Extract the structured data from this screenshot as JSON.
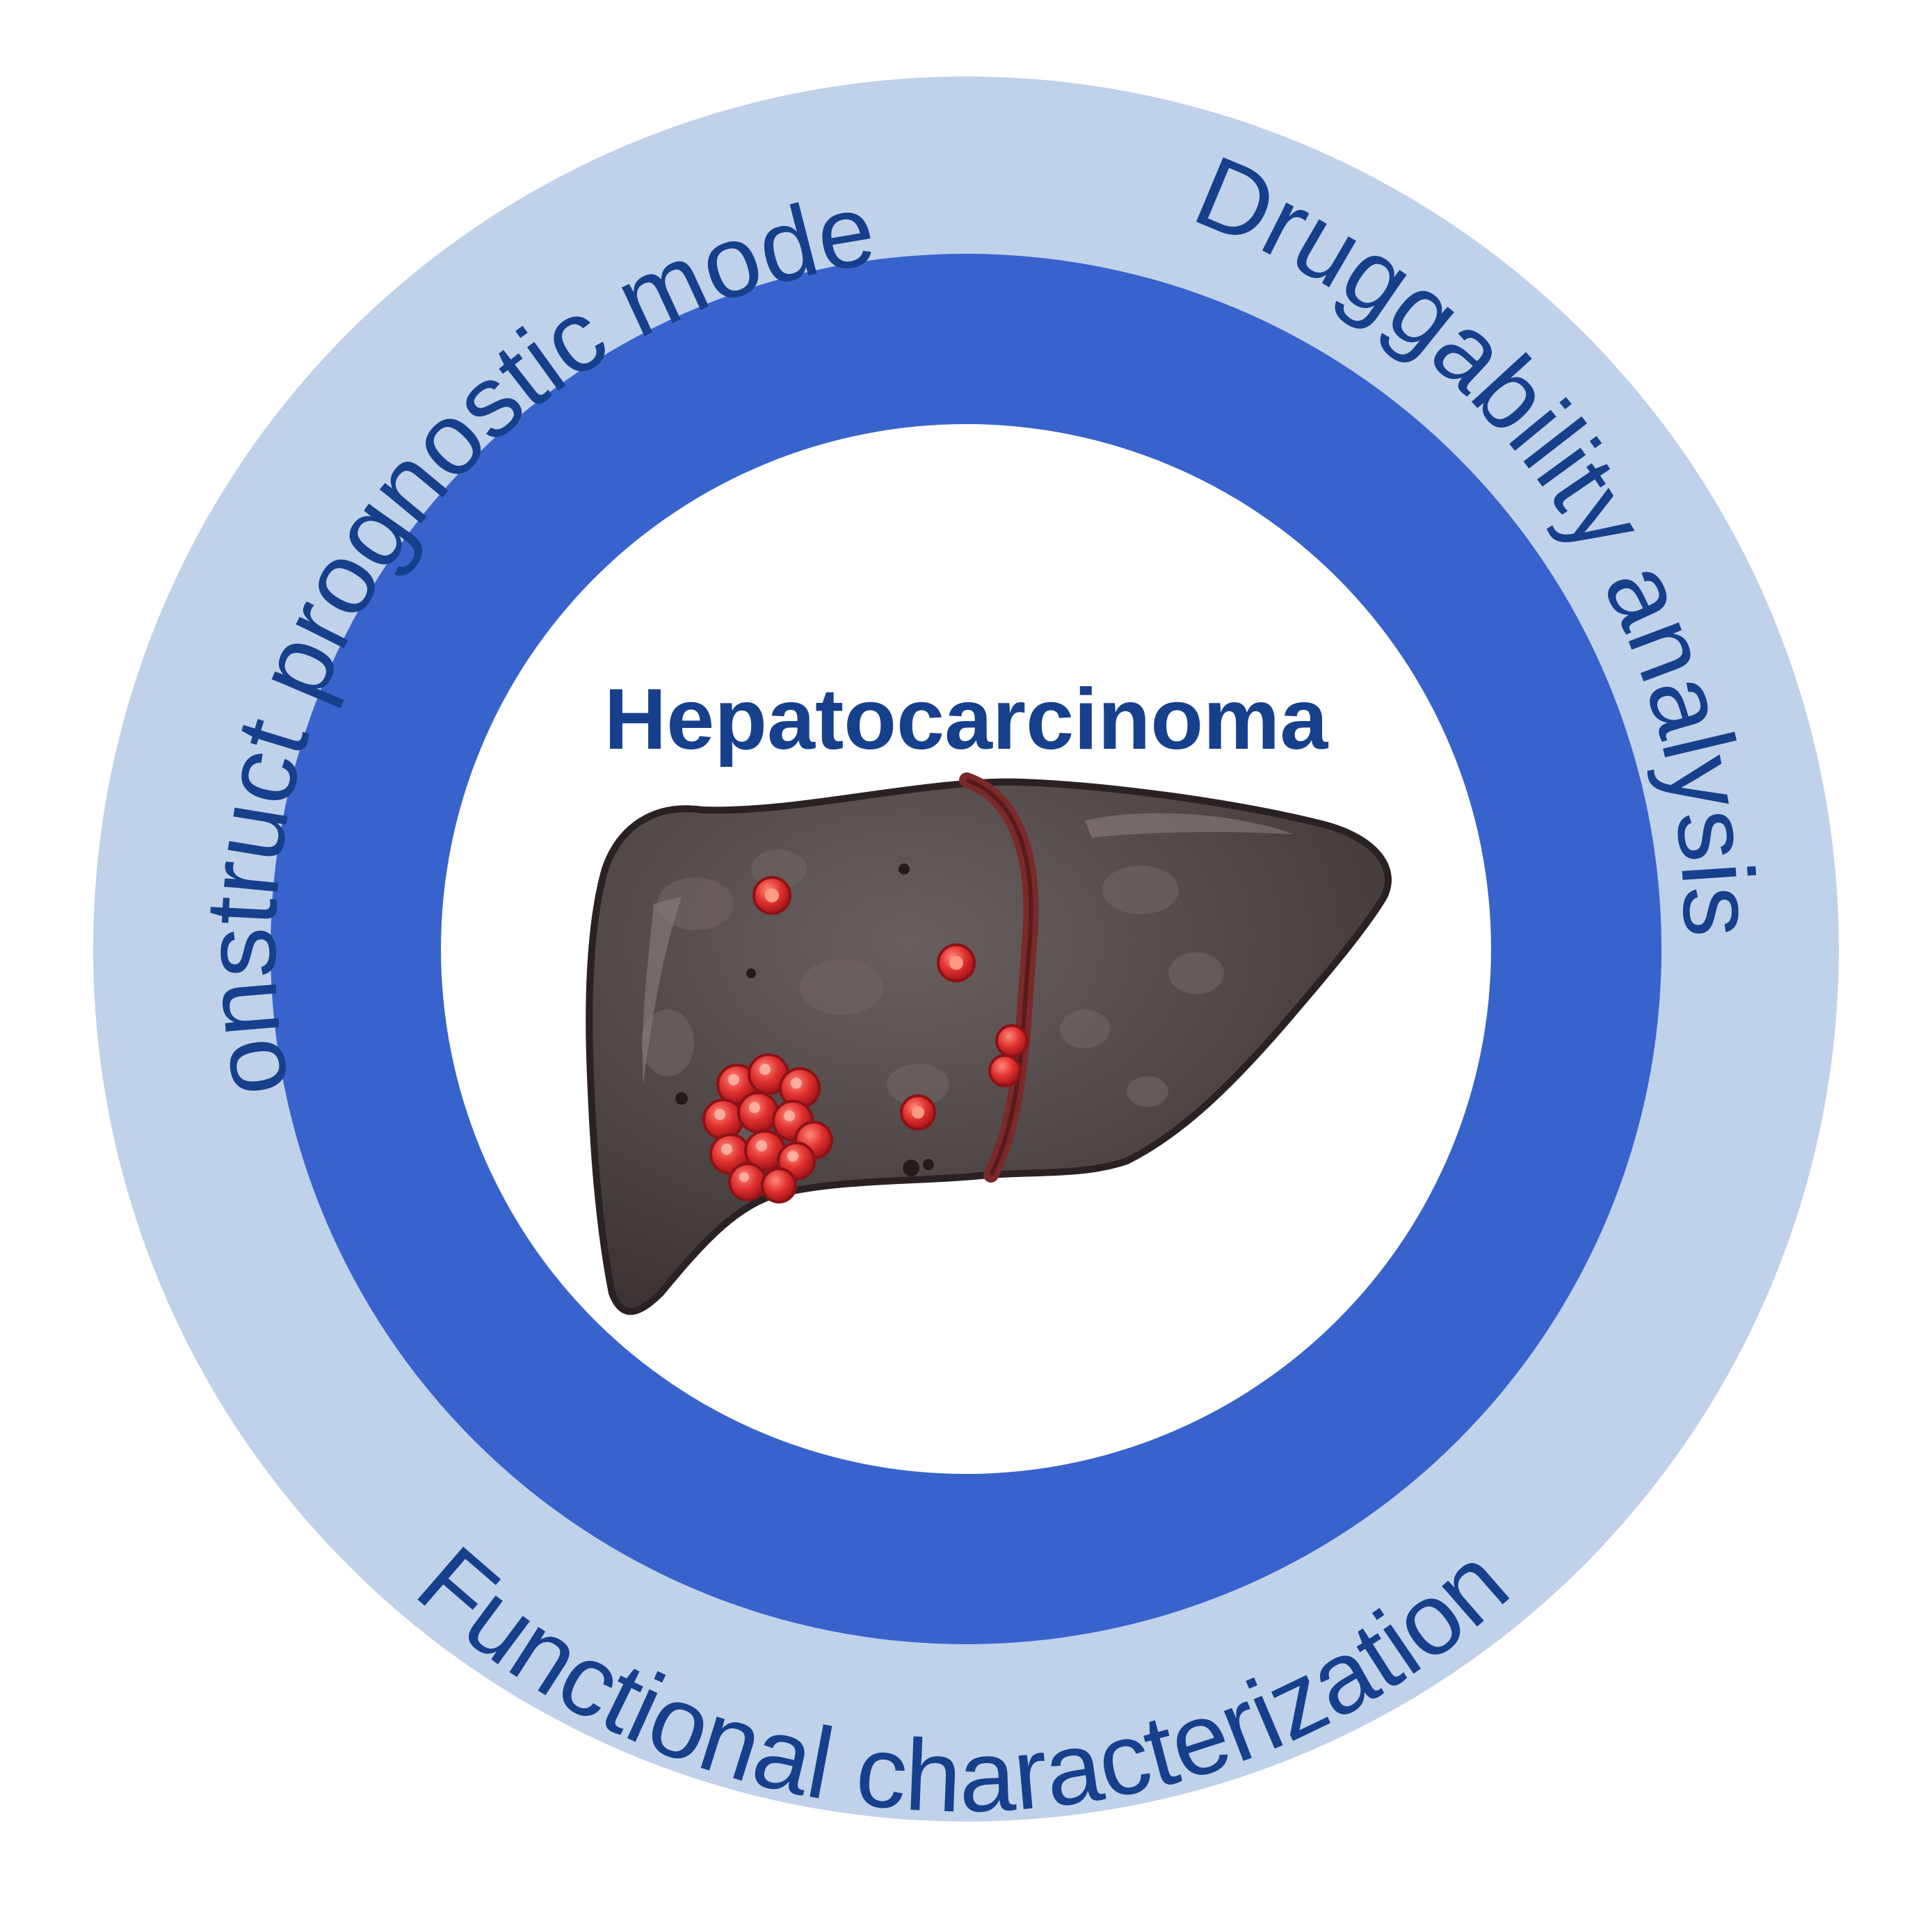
{
  "title": "Hepatocarcinoma",
  "ring_labels": {
    "top_left": "Construct prognostic model",
    "top_right": "Druggability analysis",
    "bottom": "Functional characterization"
  },
  "colors": {
    "outer_ring": "#c0d1ea",
    "inner_ring": "#3863cc",
    "center": "#ffffff",
    "text": "#16408c",
    "liver": "#4d4444",
    "tumor": "#d8262b"
  },
  "illustration": "liver-with-tumors"
}
